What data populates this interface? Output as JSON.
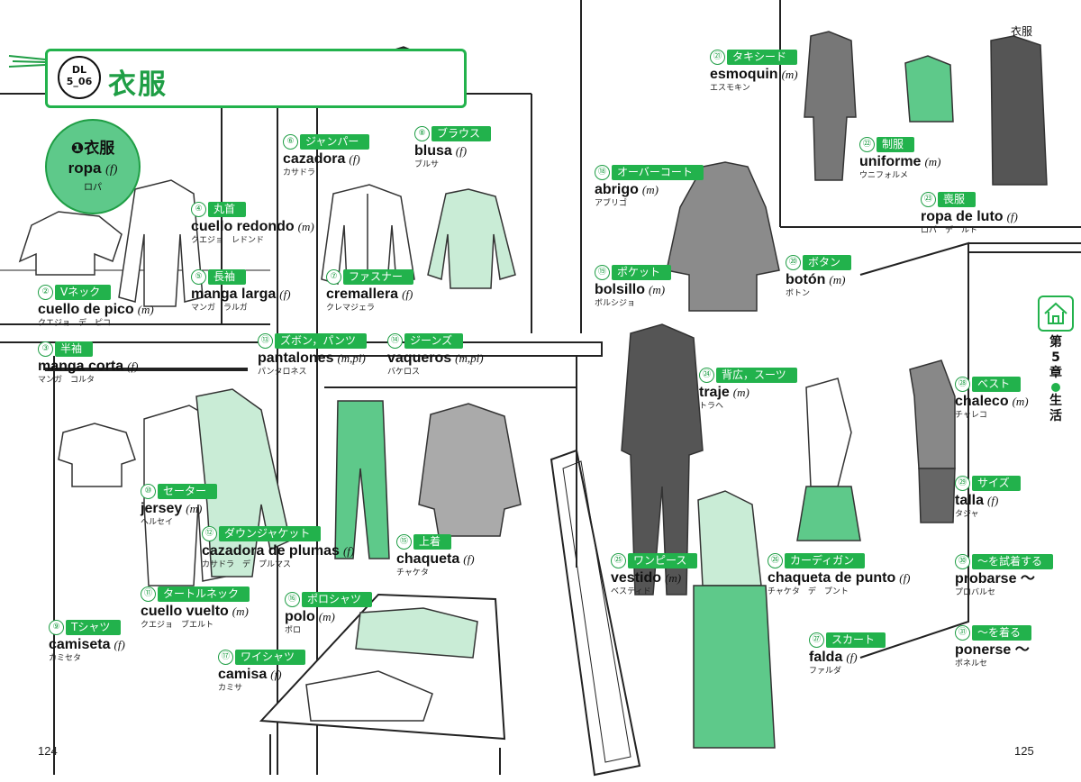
{
  "header": {
    "dl_label": "DL",
    "dl_number": "5_06",
    "title": "衣服"
  },
  "main_term": {
    "jp": "❶衣服",
    "es": "ropa",
    "gender": "(f)",
    "reading": "ロパ"
  },
  "top_note": "衣服",
  "side": {
    "chapter_lines": [
      "第",
      "5",
      "章",
      "生",
      "活"
    ],
    "icon": "house-icon"
  },
  "pages": {
    "left": "124",
    "right": "125"
  },
  "colors": {
    "accent": "#22b24c",
    "dark_accent": "#1f9e45",
    "garment_green": "#5ec98a",
    "garment_light": "#c9ecd6"
  },
  "items": [
    {
      "num": "②",
      "jp": "Vネック",
      "es": "cuello de pico",
      "gender": "(m)",
      "reading": "クエジョ　デ　ピコ"
    },
    {
      "num": "③",
      "jp": "半袖",
      "es": "manga corta",
      "gender": "(f)",
      "reading": "マンガ　コルタ"
    },
    {
      "num": "④",
      "jp": "丸首",
      "es": "cuello redondo",
      "gender": "(m)",
      "reading": "クエジョ　レドンド"
    },
    {
      "num": "⑤",
      "jp": "長袖",
      "es": "manga larga",
      "gender": "(f)",
      "reading": "マンガ　ラルガ"
    },
    {
      "num": "⑥",
      "jp": "ジャンパー",
      "es": "cazadora",
      "gender": "(f)",
      "reading": "カサドラ"
    },
    {
      "num": "⑦",
      "jp": "ファスナー",
      "es": "cremallera",
      "gender": "(f)",
      "reading": "クレマジェラ"
    },
    {
      "num": "⑧",
      "jp": "ブラウス",
      "es": "blusa",
      "gender": "(f)",
      "reading": "ブルサ"
    },
    {
      "num": "⑨",
      "jp": "Tシャツ",
      "es": "camiseta",
      "gender": "(f)",
      "reading": "カミセタ"
    },
    {
      "num": "⑩",
      "jp": "セーター",
      "es": "jersey",
      "gender": "(m)",
      "reading": "ヘルセイ"
    },
    {
      "num": "⑪",
      "jp": "タートルネック",
      "es": "cuello vuelto",
      "gender": "(m)",
      "reading": "クエジョ　ブエルト"
    },
    {
      "num": "⑫",
      "jp": "ダウンジャケット",
      "es": "cazadora de plumas",
      "gender": "(f)",
      "reading": "カサドラ　デ　プルマス"
    },
    {
      "num": "⑬",
      "jp": "ズボン，パンツ",
      "es": "pantalones",
      "gender": "(m,pl)",
      "reading": "パンタロネス"
    },
    {
      "num": "⑭",
      "jp": "ジーンズ",
      "es": "vaqueros",
      "gender": "(m,pl)",
      "reading": "バケロス"
    },
    {
      "num": "⑮",
      "jp": "上着",
      "es": "chaqueta",
      "gender": "(f)",
      "reading": "チャケタ"
    },
    {
      "num": "⑯",
      "jp": "ポロシャツ",
      "es": "polo",
      "gender": "(m)",
      "reading": "ポロ"
    },
    {
      "num": "⑰",
      "jp": "ワイシャツ",
      "es": "camisa",
      "gender": "(f)",
      "reading": "カミサ"
    },
    {
      "num": "⑱",
      "jp": "オーバーコート",
      "es": "abrigo",
      "gender": "(m)",
      "reading": "アブリゴ"
    },
    {
      "num": "⑲",
      "jp": "ポケット",
      "es": "bolsillo",
      "gender": "(m)",
      "reading": "ボルシジョ"
    },
    {
      "num": "⑳",
      "jp": "ボタン",
      "es": "botón",
      "gender": "(m)",
      "reading": "ボトン"
    },
    {
      "num": "㉑",
      "jp": "タキシード",
      "es": "esmoquin",
      "gender": "(m)",
      "reading": "エスモキン"
    },
    {
      "num": "㉒",
      "jp": "制服",
      "es": "uniforme",
      "gender": "(m)",
      "reading": "ウニフォルメ"
    },
    {
      "num": "㉓",
      "jp": "喪服",
      "es": "ropa de luto",
      "gender": "(f)",
      "reading": "ロパ　デ　ルト"
    },
    {
      "num": "㉔",
      "jp": "背広，スーツ",
      "es": "traje",
      "gender": "(m)",
      "reading": "トラヘ"
    },
    {
      "num": "㉕",
      "jp": "ワンピース",
      "es": "vestido",
      "gender": "(m)",
      "reading": "ベスティド"
    },
    {
      "num": "㉖",
      "jp": "カーディガン",
      "es": "chaqueta de punto",
      "gender": "(f)",
      "reading": "チャケタ　デ　プント"
    },
    {
      "num": "㉗",
      "jp": "スカート",
      "es": "falda",
      "gender": "(f)",
      "reading": "ファルダ"
    },
    {
      "num": "㉘",
      "jp": "ベスト",
      "es": "chaleco",
      "gender": "(m)",
      "reading": "チャレコ"
    },
    {
      "num": "㉙",
      "jp": "サイズ",
      "es": "talla",
      "gender": "(f)",
      "reading": "タジャ"
    },
    {
      "num": "㉚",
      "jp": "～を試着する",
      "es": "probarse ～",
      "gender": "",
      "reading": "プロバルセ"
    },
    {
      "num": "㉛",
      "jp": "～を着る",
      "es": "ponerse ～",
      "gender": "",
      "reading": "ポネルセ"
    }
  ]
}
